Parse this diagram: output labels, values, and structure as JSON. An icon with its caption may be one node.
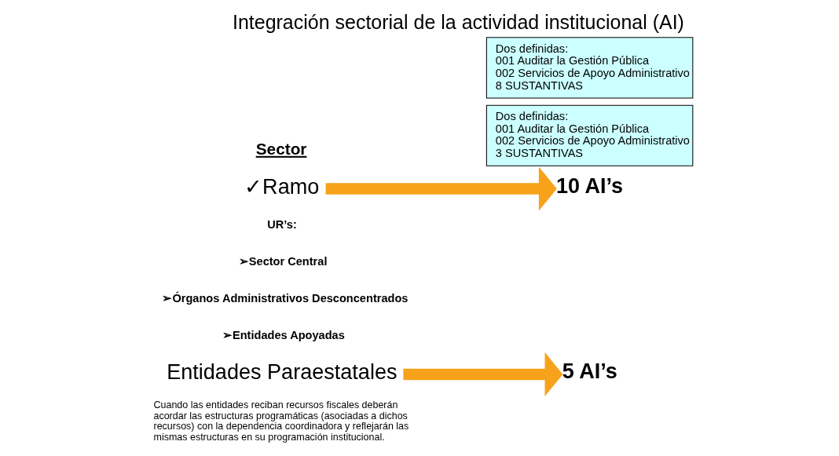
{
  "diagram": {
    "title": "Integración sectorial de la actividad institucional (AI)",
    "nodes": [
      {
        "text": [
          "✓Ramo"
        ]
      },
      {
        "text": [
          "10 AI’s"
        ]
      },
      {
        "text": [
          "Dos definidas:",
          "001 Auditar la Gestión Pública",
          "002 Servicios de Apoyo Administrativo",
          "8 SUSTANTIVAS"
        ]
      },
      {
        "text": [
          "Entidades Paraestatales"
        ]
      },
      {
        "text": [
          "5 AI’s"
        ]
      },
      {
        "text": [
          "Dos definidas:",
          "001 Auditar la Gestión Pública",
          "002 Servicios de Apoyo Administrativo",
          "3 SUSTANTIVAS"
        ]
      }
    ],
    "edges": [
      {
        "from": 0,
        "to": 1,
        "arrow": "to"
      },
      {
        "from": 3,
        "to": 4,
        "arrow": "to"
      }
    ],
    "labels": [
      "Sector",
      "UR’s:",
      "➢Sector Central",
      "➢Órganos Administrativos Desconcentrados",
      "➢Entidades Apoyadas",
      "Cuando las entidades reciban recursos fiscales deberán acordar las estructuras programáticas (asociadas a dichos recursos) con la dependencia coordinadora y reflejarán las mismas estructuras en su programación institucional."
    ]
  }
}
